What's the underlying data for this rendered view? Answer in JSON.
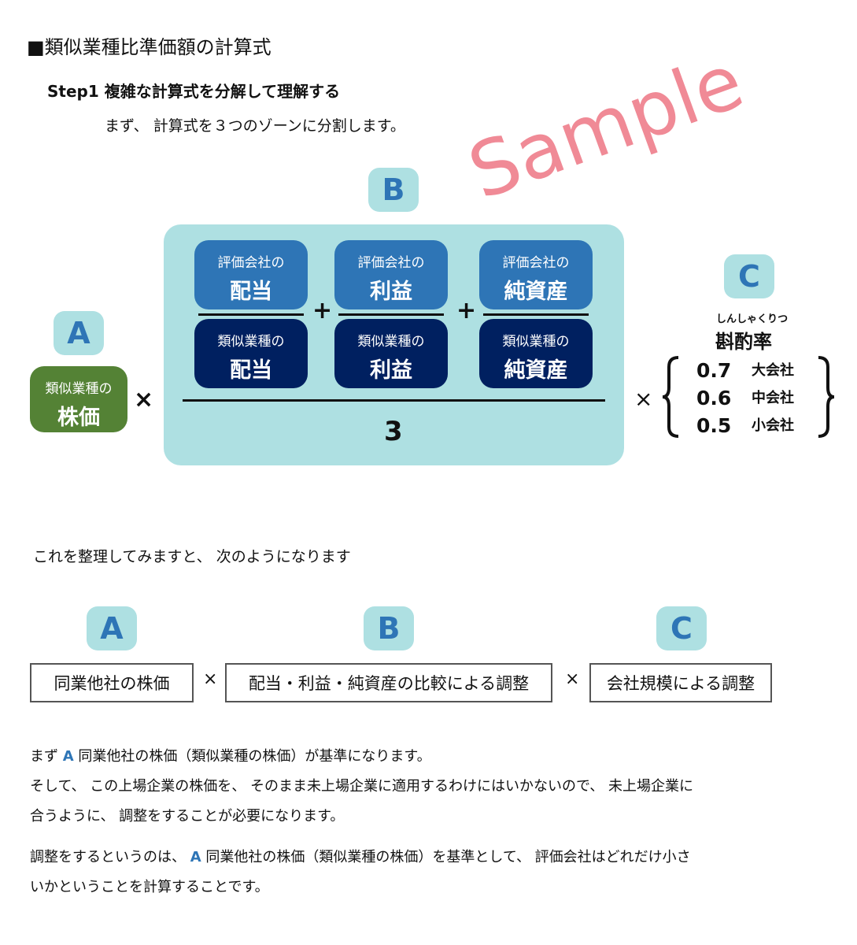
{
  "title": "■類似業種比準価額の計算式",
  "step": "Step1 複雑な計算式を分解して理解する",
  "intro": "まず、 計算式を３つのゾーンに分割します。",
  "badges": {
    "a": "A",
    "b": "B",
    "c": "C"
  },
  "stock": {
    "small": "類似業種の",
    "big": "株価"
  },
  "times": "×",
  "numerators": [
    {
      "small": "評価会社の",
      "big": "配当"
    },
    {
      "small": "評価会社の",
      "big": "利益"
    },
    {
      "small": "評価会社の",
      "big": "純資産"
    }
  ],
  "denominators": [
    {
      "small": "類似業種の",
      "big": "配当"
    },
    {
      "small": "類似業種の",
      "big": "利益"
    },
    {
      "small": "類似業種の",
      "big": "純資産"
    }
  ],
  "plus": "+",
  "divisor": "3",
  "ratio": {
    "ruby": "しんしゃくりつ",
    "label": "斟酌率",
    "rows": [
      {
        "value": "0.7",
        "size": "大会社"
      },
      {
        "value": "0.6",
        "size": "中会社"
      },
      {
        "value": "0.5",
        "size": "小会社"
      }
    ]
  },
  "watermark": "Sample",
  "summary_intro": "これを整理してみますと、 次のようになります",
  "summary": [
    "同業他社の株価",
    "配当・利益・純資産の比較による調整",
    "会社規模による調整"
  ],
  "p1a": "まず ",
  "p1b": "A",
  "p1c": " 同業他社の株価（類似業種の株価）が基準になります。",
  "p2": "そして、 この上場企業の株価を、 そのまま未上場企業に適用するわけにはいかないので、 未上場企業に",
  "p3": "合うように、 調整をすることが必要になります。",
  "p4a": "調整をするというのは、 ",
  "p4b": "A",
  "p4c": " 同業他社の株価（類似業種の株価）を基準として、 評価会社はどれだけ小さ",
  "p5": "いかということを計算することです。"
}
